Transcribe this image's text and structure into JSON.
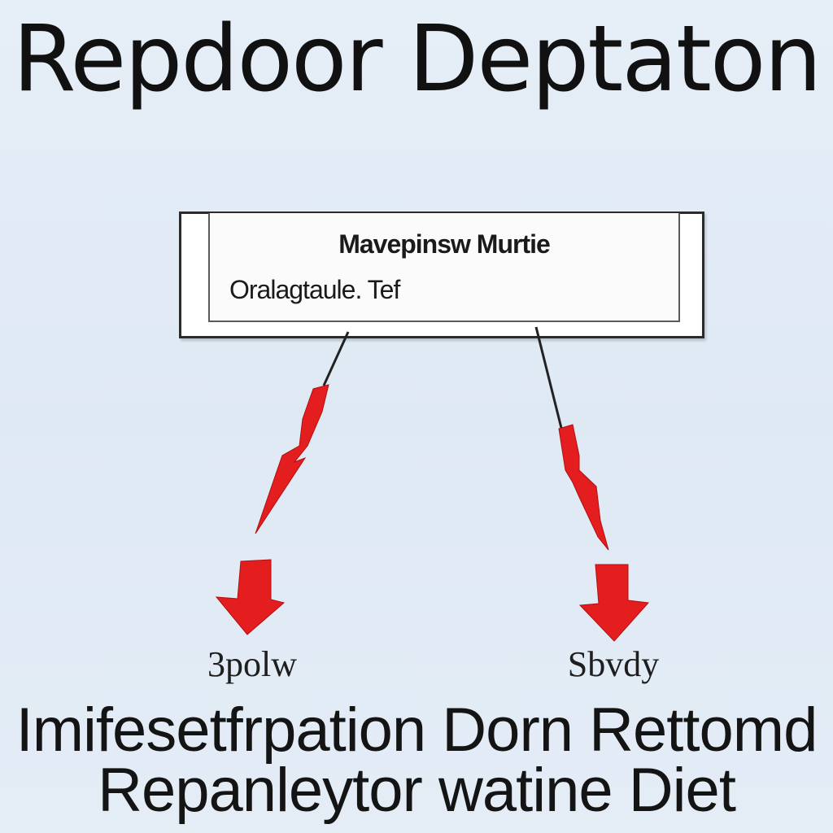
{
  "title": "Repdoor Deptaton",
  "box": {
    "heading": "Mavepinsw Murtie",
    "subtext": "Oralagtaule. Tef"
  },
  "branches": [
    {
      "label": "3polw"
    },
    {
      "label": "Sbvdy"
    }
  ],
  "bottom": {
    "line1": "Imifesetfrpation Dorn Rettomd",
    "line2": "Repanleytor watine Diet"
  },
  "colors": {
    "arrow": "#e41e1e",
    "line": "#222222",
    "background": "#e2ebf5"
  }
}
